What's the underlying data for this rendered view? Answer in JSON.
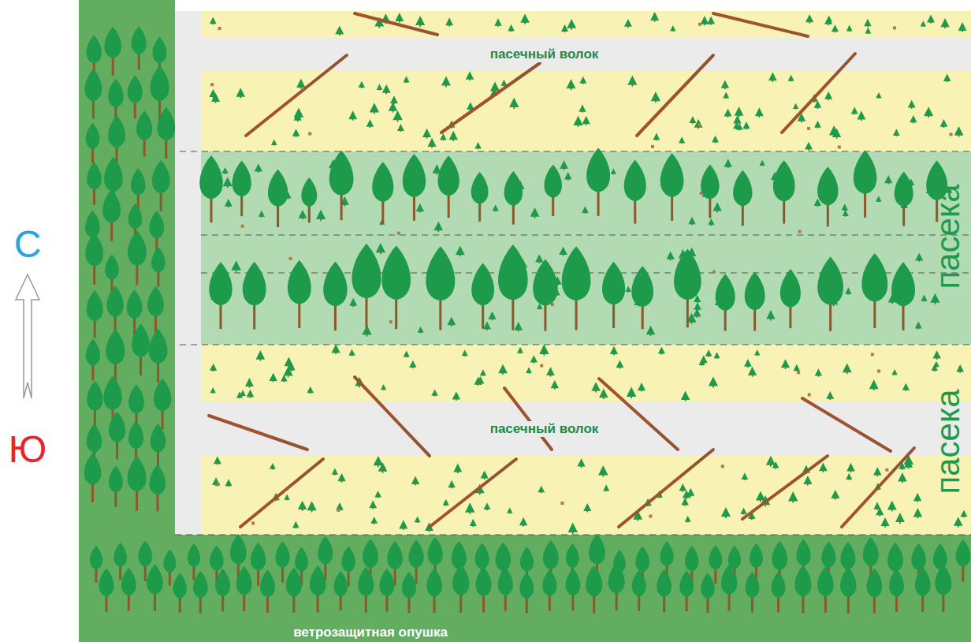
{
  "diagram": {
    "nodes": [
      {
        "text": [
          "пасечный волок"
        ]
      },
      {
        "text": [
          "пасечный волок"
        ]
      },
      {
        "text": [
          "ветрозащитная опушка"
        ]
      }
    ],
    "labels": [
      "С",
      "Ю",
      "пасека",
      "пасека"
    ]
  }
}
